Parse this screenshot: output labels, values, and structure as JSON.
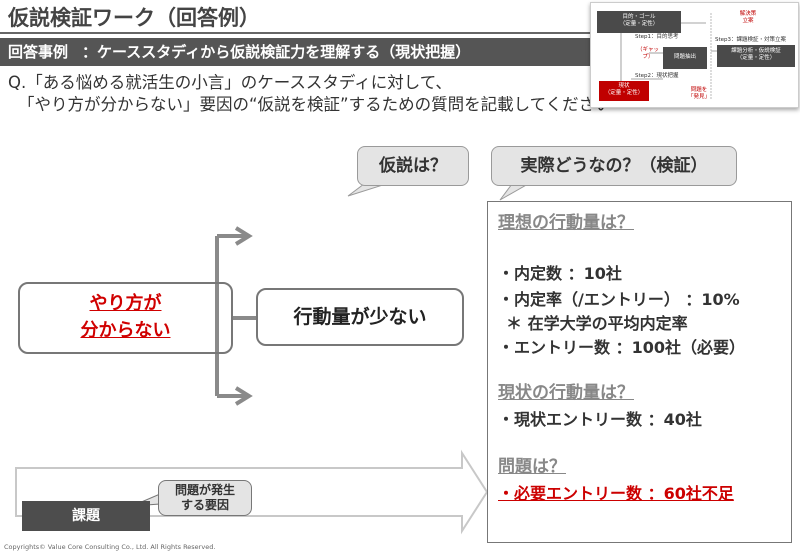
{
  "title": "仮説検証ワーク（回答例）",
  "subtitle": {
    "label": "回答事例",
    "text": "：ケーススタディから仮説検証力を理解する（現状把握）"
  },
  "question": {
    "line1": "Q.「ある悩める就活生の小言」のケーススタディに対して、",
    "line2": "「やり方が分からない」要因の“仮説を検証”するための質問を記載してください"
  },
  "thumbnail": {
    "goal": "目的・ゴール\n（定量・定性）",
    "step1": "Step1：目的思考",
    "gap": "（ギャップ）",
    "problem": "問題抽出",
    "step2": "Step2：現状把握",
    "current": "現状\n（定量・定性）",
    "question_mark": "問題を\n「発見」",
    "solution": "解決策\n立案",
    "step3": "Step3：課題検証・対策立案",
    "analysis": "課題分析・仮説検証\n（定量・定性）"
  },
  "bubbles": {
    "hypothesis": "仮説は？",
    "actual": "実際どうなの？（検証）"
  },
  "cause_box": {
    "line1": "やり方が",
    "line2": "分からない"
  },
  "hypothesis_box": "行動量が少ない",
  "verification": {
    "ideal_heading": "理想の行動量は？",
    "ideal_items": [
      "・内定数 ：10社",
      "・内定率（/エントリー） ：10%",
      "＊ 在学大学の平均内定率",
      "・エントリー数 ：100社（必要）"
    ],
    "current_heading": "現状の行動量は？",
    "current_items": [
      "・現状エントリー数 ：40社"
    ],
    "problem_heading": "問題は？",
    "problem_items": [
      "・必要エントリー数 ：60社不足"
    ]
  },
  "kadai_label": "課題",
  "callout": {
    "line1": "問題が発生",
    "line2": "する要因"
  },
  "footer": "Copyrights© Value Core Consulting Co., Ltd.  All Rights Reserved.",
  "colors": {
    "accent_red": "#cc0000",
    "bar_dark": "#555555",
    "bubble_gray": "#e4e4e4"
  }
}
